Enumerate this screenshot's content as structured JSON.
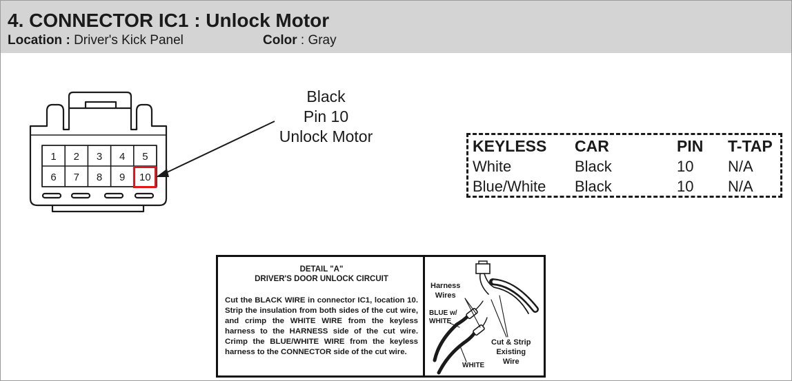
{
  "header": {
    "title": "4. CONNECTOR IC1 : Unlock Motor",
    "location_label": "Location :",
    "location_value": "Driver's Kick Panel",
    "color_label": "Color",
    "color_value": ": Gray"
  },
  "connector": {
    "pins_row1": [
      "1",
      "2",
      "3",
      "4",
      "5"
    ],
    "pins_row2": [
      "6",
      "7",
      "8",
      "9",
      "10"
    ],
    "highlight_pin": "10",
    "highlight_color": "#e0161b"
  },
  "callout": {
    "line1": "Black",
    "line2": "Pin 10",
    "line3": "Unlock Motor"
  },
  "wire_table": {
    "headers": [
      "KEYLESS",
      "CAR",
      "PIN",
      "T-TAP"
    ],
    "rows": [
      [
        "White",
        "Black",
        "10",
        "N/A"
      ],
      [
        "Blue/White",
        "Black",
        "10",
        "N/A"
      ]
    ]
  },
  "detail": {
    "title1": "DETAIL \"A\"",
    "title2": "DRIVER'S DOOR UNLOCK CIRCUIT",
    "text": "Cut the  BLACK WIRE in connector IC1, location 10.  Strip the insulation from both sides of the cut wire, and crimp the WHITE WIRE from the keyless harness to the HARNESS side of the cut wire. Crimp the BLUE/WHITE WIRE from the keyless harness to the CONNECTOR side of the cut wire.",
    "labels": {
      "harness_1": "Harness",
      "harness_2": "Wires",
      "blue_1": "BLUE w/",
      "blue_2": "WHITE",
      "white": "WHITE",
      "cut_1": "Cut & Strip",
      "cut_2": "Existing",
      "cut_3": "Wire"
    }
  }
}
